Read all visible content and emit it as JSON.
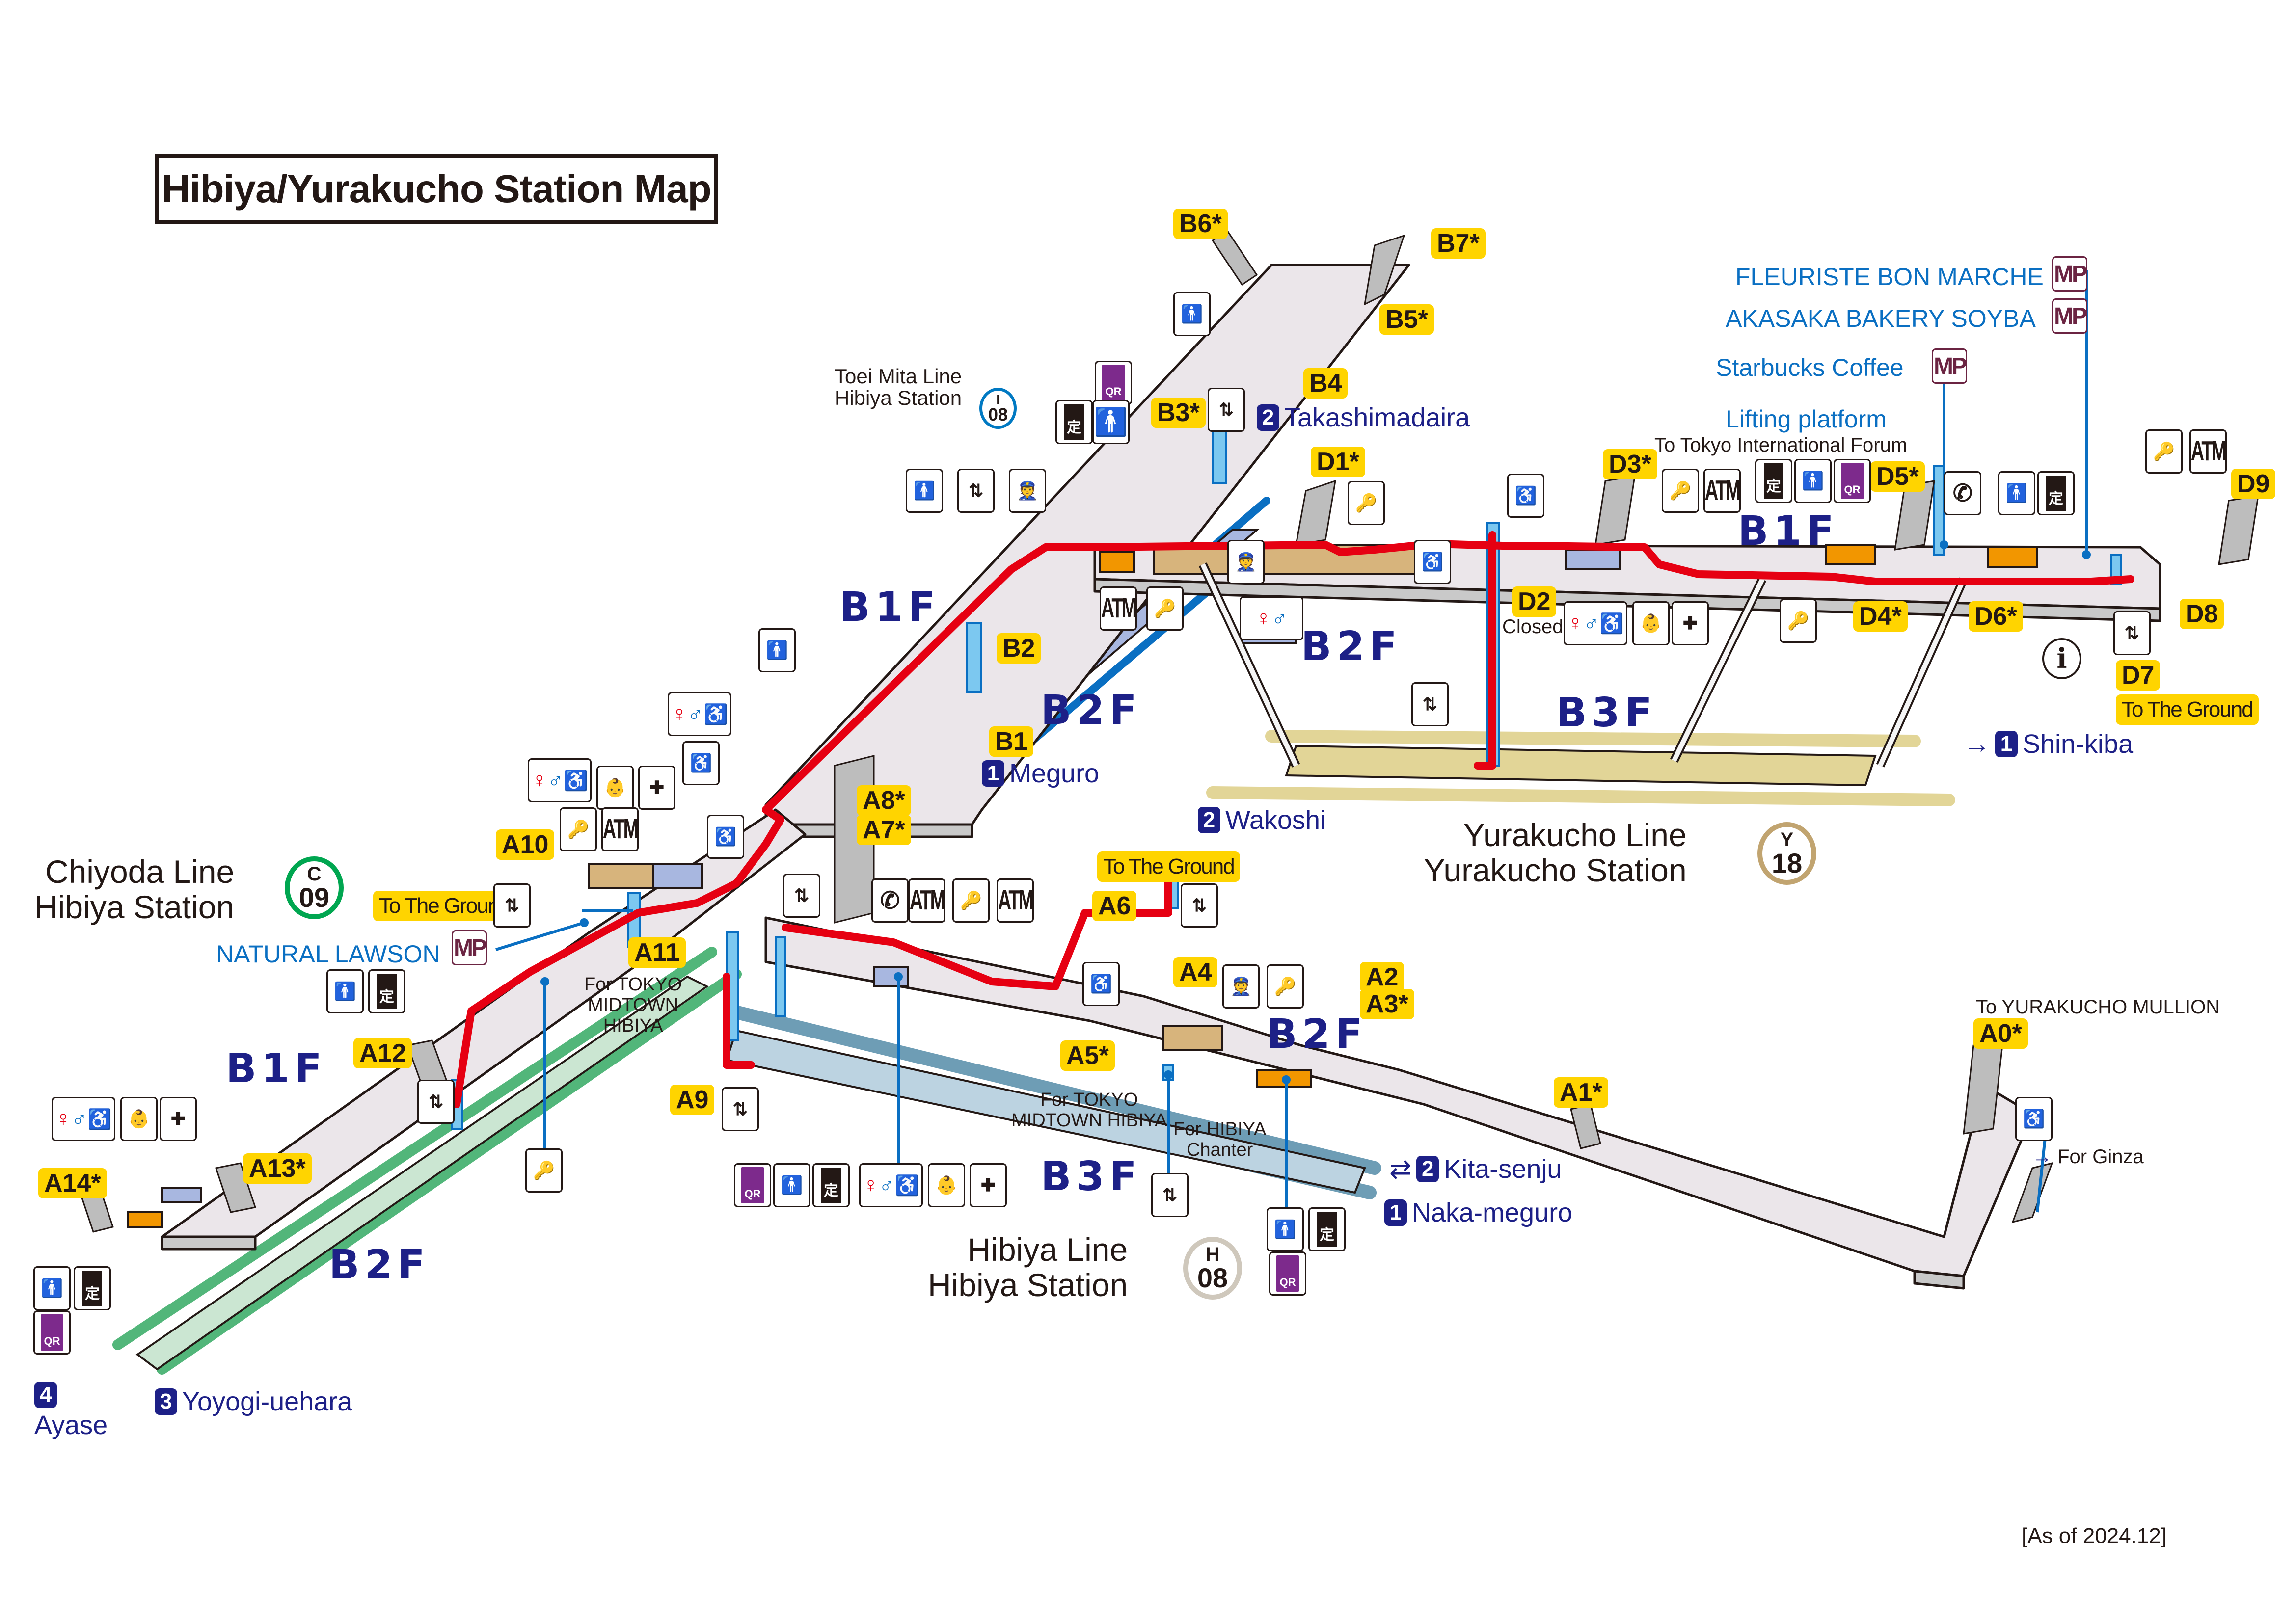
{
  "title": "Hibiya/Yurakucho Station Map",
  "as_of": "[As of 2024.12]",
  "colors": {
    "route_barrier_free": "#e60012",
    "exit_badge": "#ffd400",
    "floor_label": "#1d2087",
    "shop_text": "#0a6fc2",
    "mp_badge": "#6b2442",
    "chiyoda_line": "#00a650",
    "hibiya_line": "#b5b5ac",
    "yurakucho_line": "#c1a470",
    "mita_line": "#0079c2"
  },
  "stations": {
    "chiyoda": {
      "line": "Chiyoda Line",
      "station": "Hibiya Station",
      "letter": "C",
      "number": "09"
    },
    "hibiya": {
      "line": "Hibiya Line",
      "station": "Hibiya Station",
      "letter": "H",
      "number": "08"
    },
    "yurakucho": {
      "line": "Yurakucho Line",
      "station": "Yurakucho Station",
      "letter": "Y",
      "number": "18"
    },
    "mita": {
      "line": "Toei Mita Line",
      "station": "Hibiya Station",
      "letter": "I",
      "number": "08"
    }
  },
  "floors": {
    "b1f": "B1F",
    "b2f": "B2F",
    "b3f": "B3F"
  },
  "exits": {
    "a0": "A0*",
    "a1": "A1*",
    "a2": "A2",
    "a3": "A3*",
    "a4": "A4",
    "a5": "A5*",
    "a6": "A6",
    "a7": "A7*",
    "a8": "A8*",
    "a9": "A9",
    "a10": "A10",
    "a11": "A11",
    "a12": "A12",
    "a13": "A13*",
    "a14": "A14*",
    "b1": "B1",
    "b2": "B2",
    "b3": "B3*",
    "b4": "B4",
    "b5": "B5*",
    "b6": "B6*",
    "b7": "B7*",
    "d1": "D1*",
    "d2": "D2",
    "d3": "D3*",
    "d4": "D4*",
    "d5": "D5*",
    "d6": "D6*",
    "d7": "D7",
    "d8": "D8",
    "d9": "D9"
  },
  "to_the_ground": "To The Ground",
  "destinations": {
    "takashimadaira": {
      "num": "2",
      "name": "Takashimadaira"
    },
    "meguro": {
      "num": "1",
      "name": "Meguro"
    },
    "shin_kiba": {
      "num": "1",
      "name": "Shin-kiba"
    },
    "wakoshi": {
      "num": "2",
      "name": "Wakoshi"
    },
    "kita_senju": {
      "num": "2",
      "name": "Kita-senju"
    },
    "naka_meguro": {
      "num": "1",
      "name": "Naka-meguro"
    },
    "ayase": {
      "num": "4",
      "name": "Ayase"
    },
    "yoyogi_uehara": {
      "num": "3",
      "name": "Yoyogi-uehara"
    }
  },
  "shops": {
    "fleuriste": "FLEURISTE BON MARCHE",
    "akasaka": "AKASAKA BAKERY SOYBA",
    "starbucks": "Starbucks Coffee",
    "lawson": "NATURAL LAWSON",
    "mp": "MP"
  },
  "notes": {
    "lifting_platform": "Lifting platform",
    "tokyo_intl_forum": "To Tokyo International Forum",
    "d2_closed": "Closed",
    "midtown_left": "For TOKYO\nMIDTOWN\nHIBIYA",
    "midtown_center": "For TOKYO\nMIDTOWN HIBIYA",
    "chanter": "For HIBIYA\nChanter",
    "yurakucho_mullion": "To  YURAKUCHO MULLION",
    "for_ginza": "For Ginza"
  },
  "icon_labels": {
    "atm": "ATM",
    "qr": "QR",
    "teiki": "定",
    "info": "i"
  }
}
